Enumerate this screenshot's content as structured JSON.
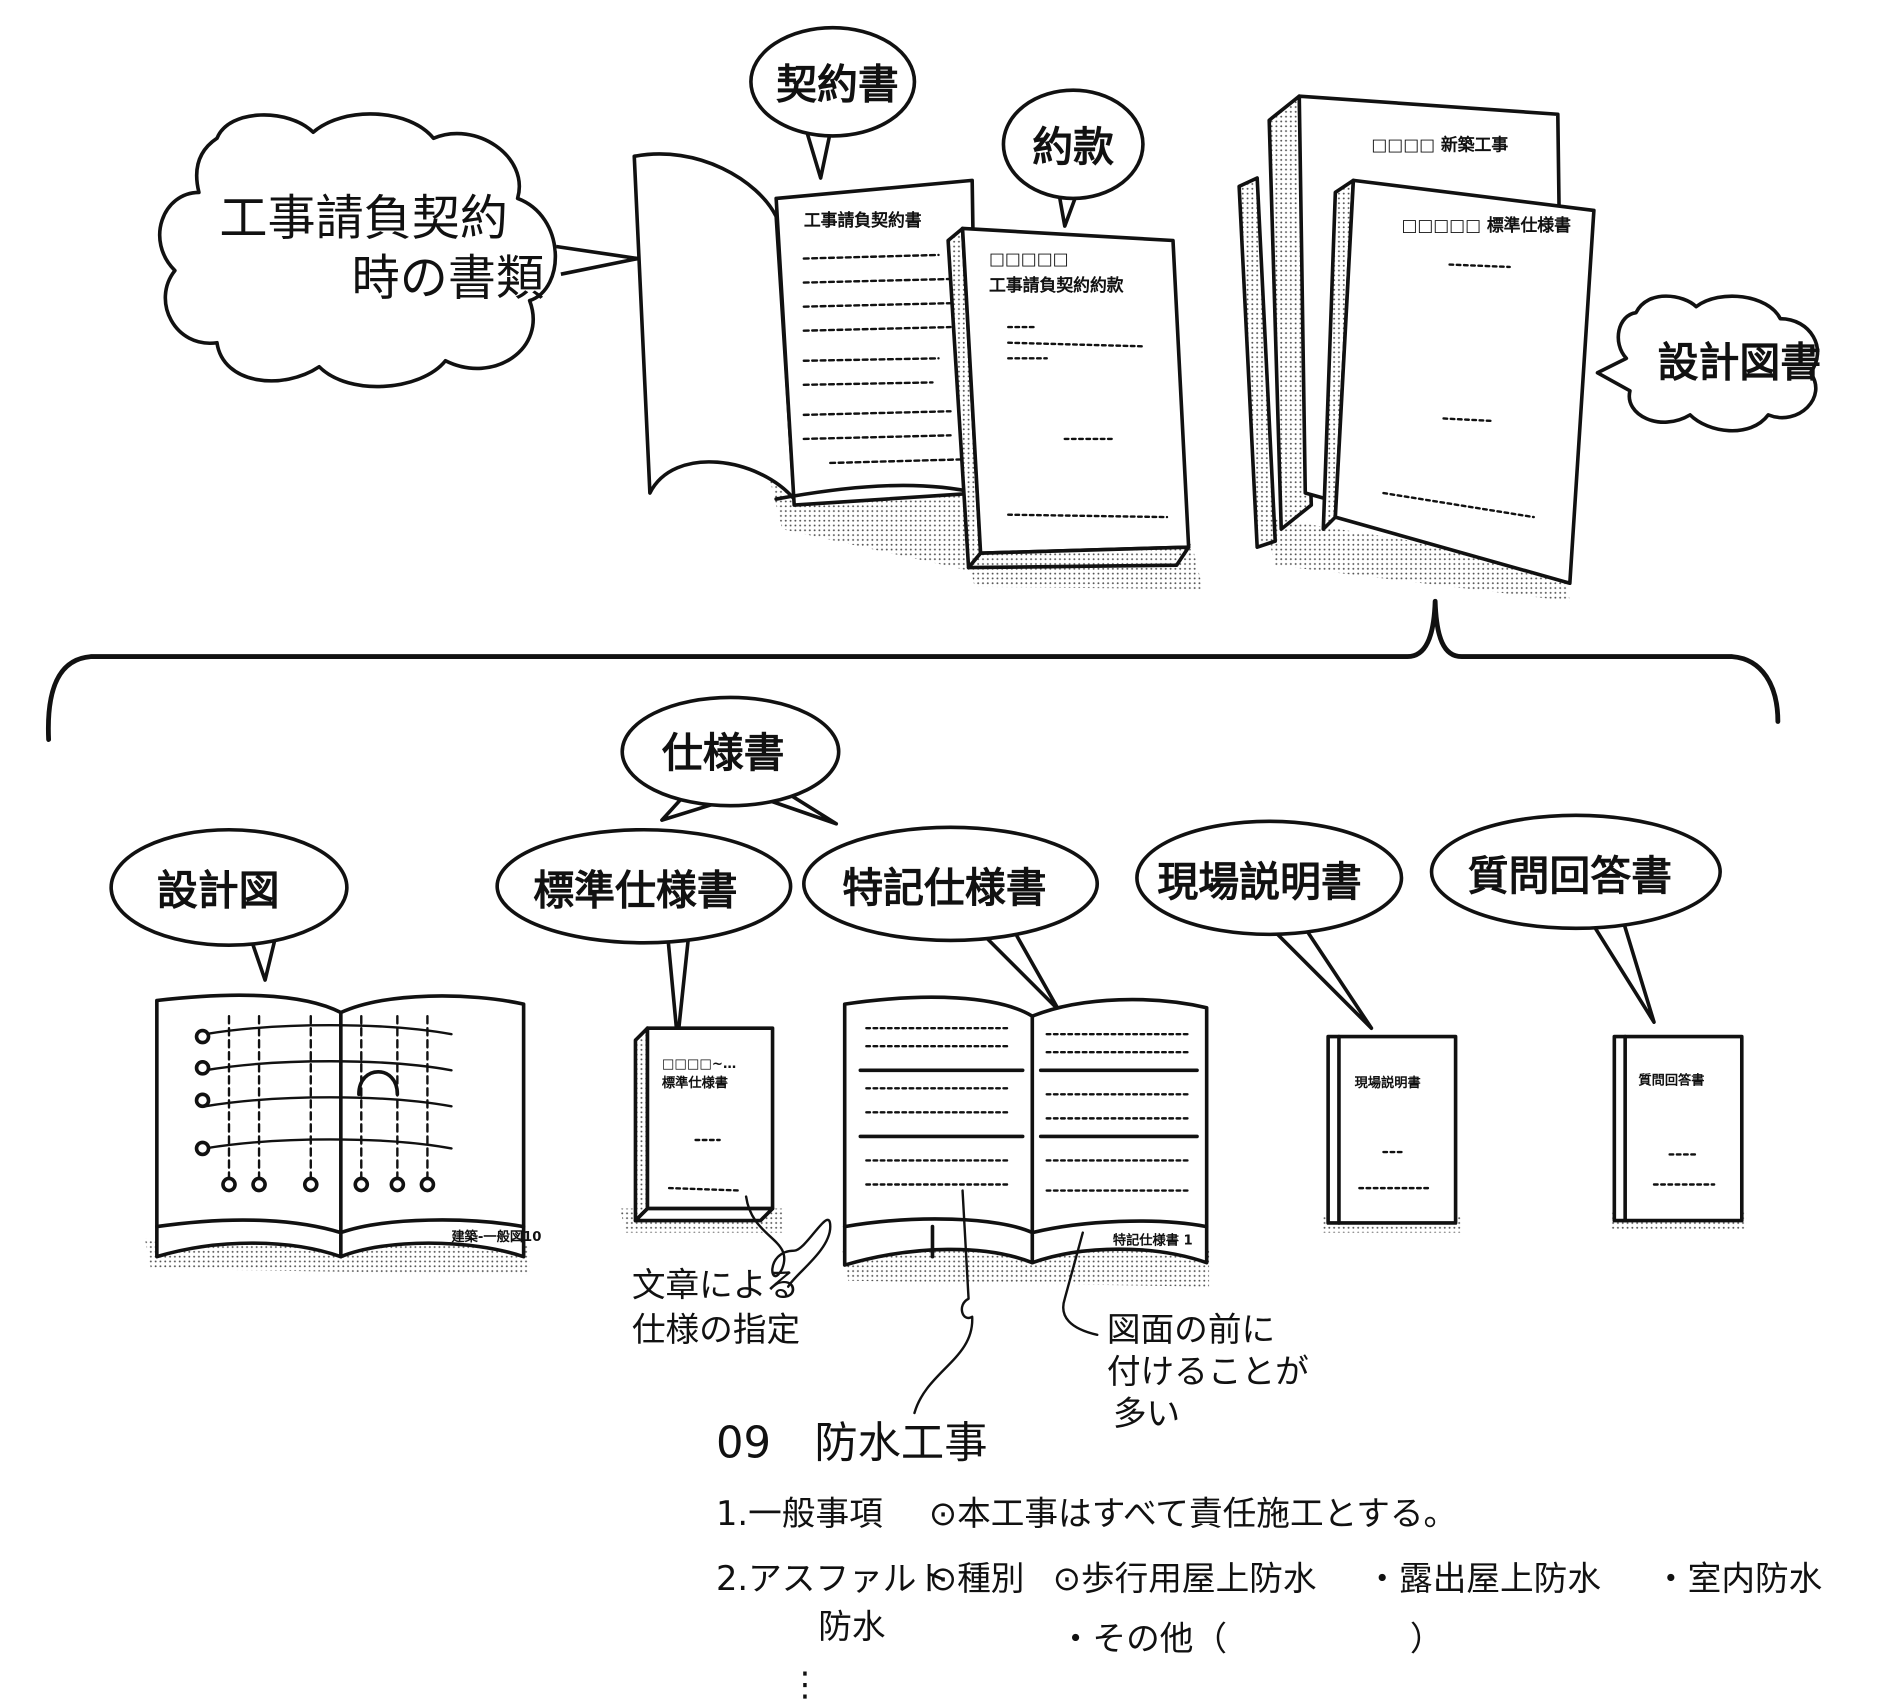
{
  "top": {
    "cloud_title_line1": "工事請負契約",
    "cloud_title_line2": "時の書類",
    "bubble_contract": "契約書",
    "bubble_clauses": "約款",
    "bubble_design_docs": "設計図書",
    "book_contract_title": "工事請負契約書",
    "book_clauses_boxes": "□□□□□",
    "book_clauses_title": "工事請負契約約款",
    "book_new_construction": "□□□□ 新築工事",
    "book_standard_spec": "□□□□□ 標準仕様書"
  },
  "bottom": {
    "bubble_specs": "仕様書",
    "bubble_drawings": "設計図",
    "bubble_standard_spec": "標準仕様書",
    "bubble_special_spec": "特記仕様書",
    "bubble_site_explanation": "現場説明書",
    "bubble_qa": "質問回答書",
    "drawings_footer": "建築-一般図10",
    "standard_book_line1": "□□□□~…",
    "standard_book_line2": "標準仕様書",
    "special_footer": "特記仕様書 1",
    "site_book_title": "現場説明書",
    "qa_book_title": "質問回答書"
  },
  "notes": {
    "text_spec_line1": "文章による",
    "text_spec_line2": "仕様の指定",
    "front_line1": "図面の前に",
    "front_line2": "付けることが",
    "front_line3": "多い"
  },
  "example": {
    "heading": "09　防水工事",
    "row1_label": "1.一般事項",
    "row1_text": "⊙本工事はすべて責任施工とする。",
    "row2_label_line1": "2.アスファルト",
    "row2_label_line2": "防水",
    "row2_kind": "⊙種別",
    "row2_opt1": "⊙歩行用屋上防水",
    "row2_opt2": "・露出屋上防水",
    "row2_opt3": "・室内防水",
    "row2_opt4": "・その他（",
    "row2_opt4_close": "）",
    "continuation": "⋮"
  }
}
